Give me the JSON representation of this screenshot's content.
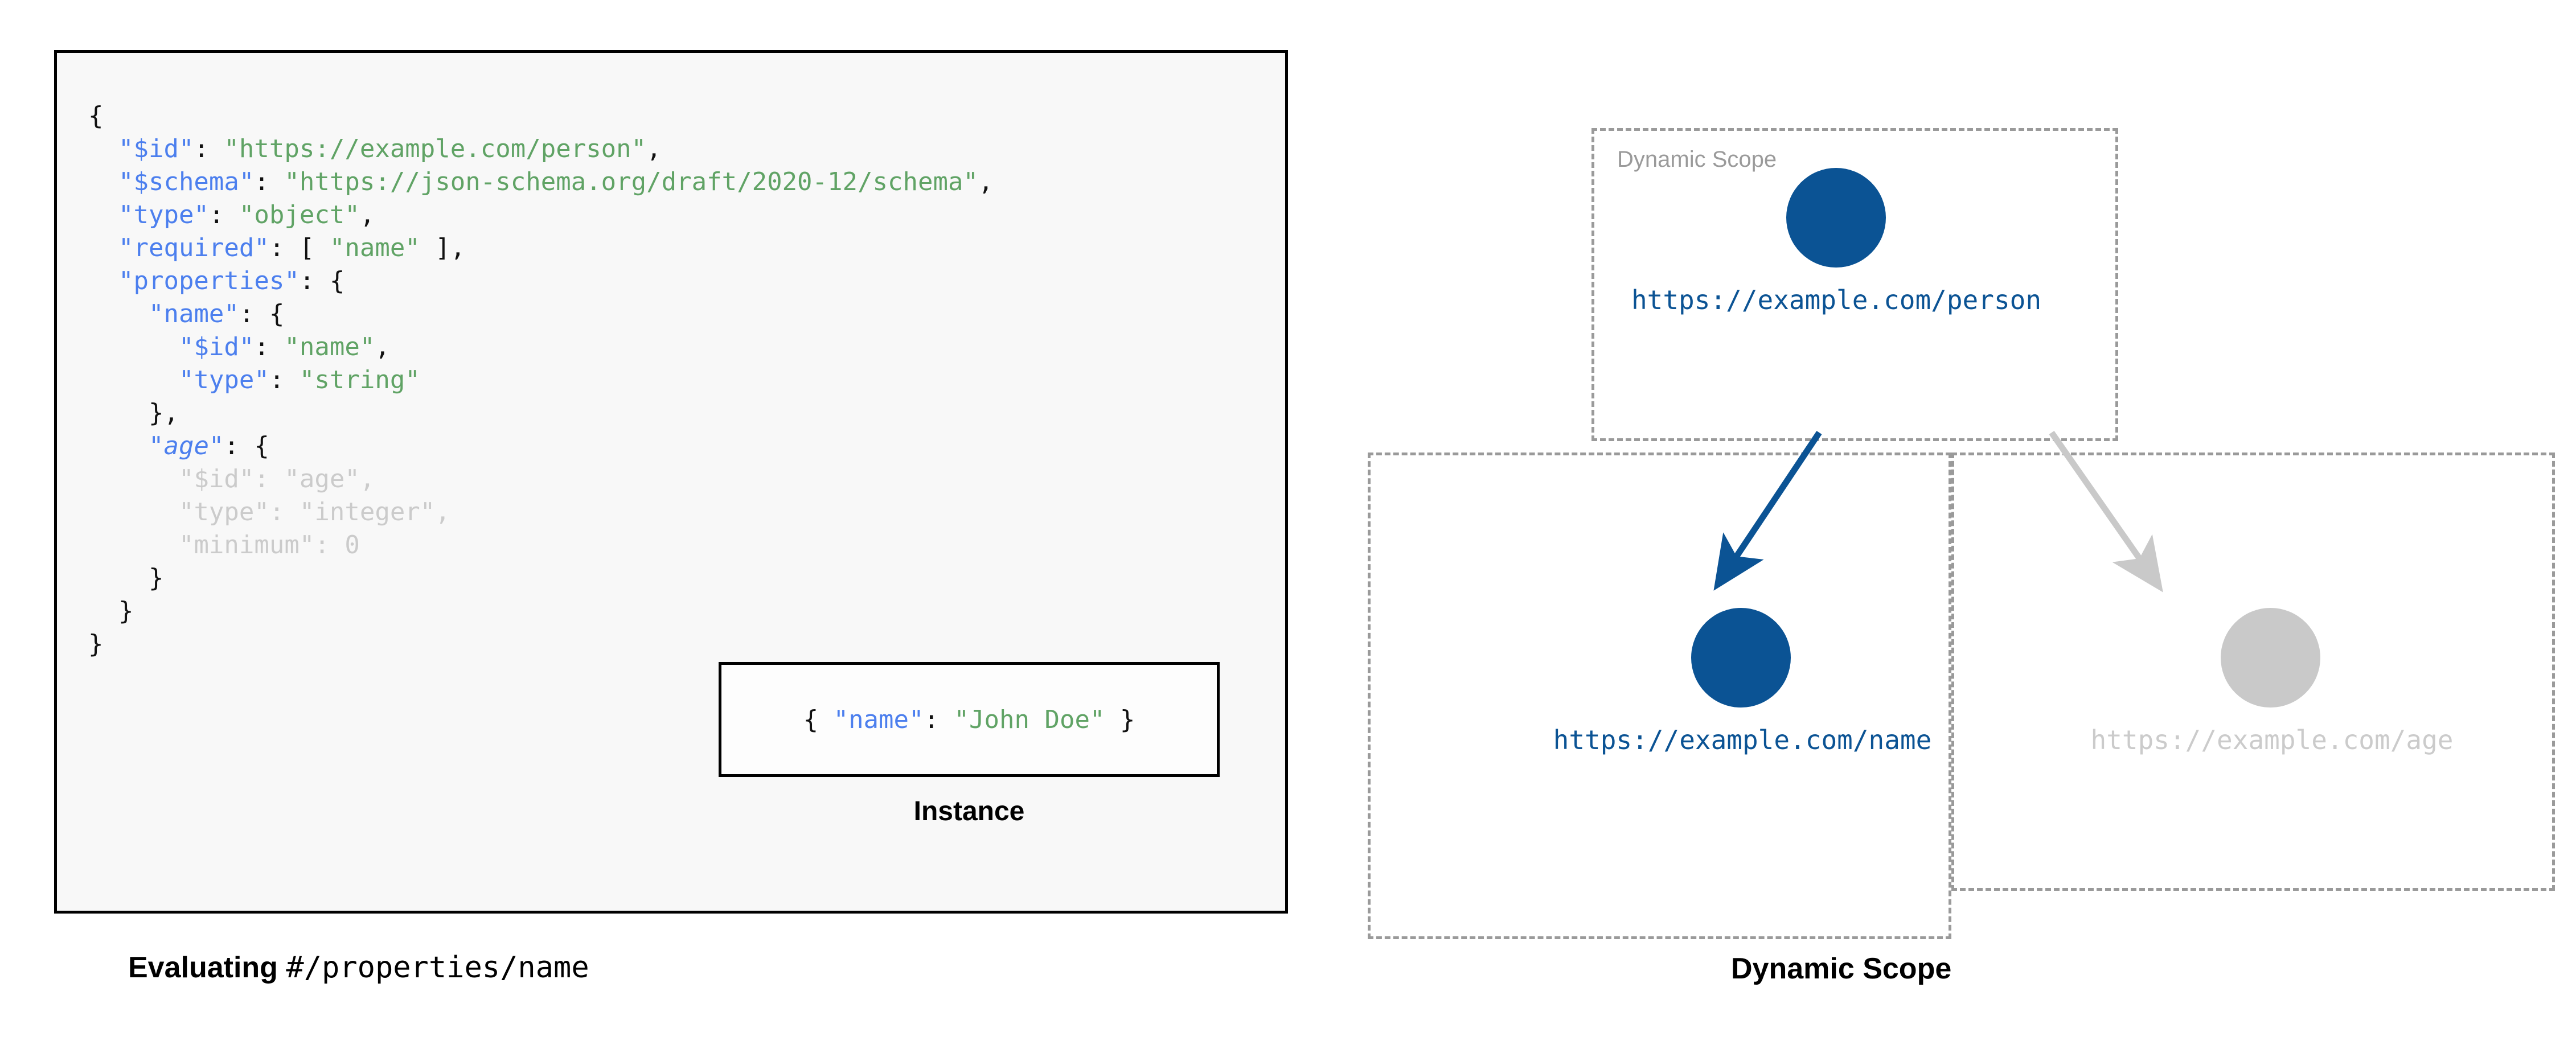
{
  "left_panel": {
    "caption_bold": "Evaluating ",
    "caption_mono": "#/properties/name",
    "schema_lines": [
      [
        {
          "t": "{",
          "c": "p"
        }
      ],
      [
        {
          "t": "  ",
          "c": "p"
        },
        {
          "t": "\"$id\"",
          "c": "k"
        },
        {
          "t": ": ",
          "c": "p"
        },
        {
          "t": "\"https://example.com/person\"",
          "c": "s"
        },
        {
          "t": ",",
          "c": "p"
        }
      ],
      [
        {
          "t": "  ",
          "c": "p"
        },
        {
          "t": "\"$schema\"",
          "c": "k"
        },
        {
          "t": ": ",
          "c": "p"
        },
        {
          "t": "\"https://json-schema.org/draft/2020-12/schema\"",
          "c": "s"
        },
        {
          "t": ",",
          "c": "p"
        }
      ],
      [
        {
          "t": "  ",
          "c": "p"
        },
        {
          "t": "\"type\"",
          "c": "k"
        },
        {
          "t": ": ",
          "c": "p"
        },
        {
          "t": "\"object\"",
          "c": "s"
        },
        {
          "t": ",",
          "c": "p"
        }
      ],
      [
        {
          "t": "  ",
          "c": "p"
        },
        {
          "t": "\"required\"",
          "c": "k"
        },
        {
          "t": ": [ ",
          "c": "p"
        },
        {
          "t": "\"name\"",
          "c": "s"
        },
        {
          "t": " ],",
          "c": "p"
        }
      ],
      [
        {
          "t": "  ",
          "c": "p"
        },
        {
          "t": "\"properties\"",
          "c": "k"
        },
        {
          "t": ": {",
          "c": "p"
        }
      ],
      [
        {
          "t": "    ",
          "c": "p"
        },
        {
          "t": "\"name\"",
          "c": "k"
        },
        {
          "t": ": {",
          "c": "p"
        }
      ],
      [
        {
          "t": "      ",
          "c": "p"
        },
        {
          "t": "\"$id\"",
          "c": "k"
        },
        {
          "t": ": ",
          "c": "p"
        },
        {
          "t": "\"name\"",
          "c": "s"
        },
        {
          "t": ",",
          "c": "p"
        }
      ],
      [
        {
          "t": "      ",
          "c": "p"
        },
        {
          "t": "\"type\"",
          "c": "k"
        },
        {
          "t": ": ",
          "c": "p"
        },
        {
          "t": "\"string\"",
          "c": "s"
        }
      ],
      [
        {
          "t": "    },",
          "c": "p"
        }
      ],
      [
        {
          "t": "    ",
          "c": "p"
        },
        {
          "t": "\"age\"",
          "c": "k-it"
        },
        {
          "t": ": {",
          "c": "p"
        }
      ],
      [
        {
          "t": "      ",
          "c": "p"
        },
        {
          "t": "\"$id\": \"age\",",
          "c": "dim"
        }
      ],
      [
        {
          "t": "      ",
          "c": "p"
        },
        {
          "t": "\"type\": \"integer\",",
          "c": "dim"
        }
      ],
      [
        {
          "t": "      ",
          "c": "p"
        },
        {
          "t": "\"minimum\": 0",
          "c": "dim"
        }
      ],
      [
        {
          "t": "    }",
          "c": "p"
        }
      ],
      [
        {
          "t": "  }",
          "c": "p"
        }
      ],
      [
        {
          "t": "}",
          "c": "p"
        }
      ]
    ],
    "instance": {
      "caption": "Instance",
      "tokens": [
        {
          "t": "{ ",
          "c": "p"
        },
        {
          "t": "\"name\"",
          "c": "k"
        },
        {
          "t": ": ",
          "c": "p"
        },
        {
          "t": "\"John Doe\"",
          "c": "s"
        },
        {
          "t": " }",
          "c": "p"
        }
      ]
    }
  },
  "right_panel": {
    "caption": "Dynamic Scope",
    "scope_label": "Dynamic Scope",
    "nodes": [
      {
        "id": "person",
        "label": "https://example.com/person",
        "state": "active"
      },
      {
        "id": "name",
        "label": "https://example.com/name",
        "state": "active"
      },
      {
        "id": "age",
        "label": "https://example.com/age",
        "state": "inactive"
      }
    ],
    "edges": [
      {
        "from": "person",
        "to": "name",
        "state": "active"
      },
      {
        "from": "person",
        "to": "age",
        "state": "inactive"
      }
    ]
  },
  "colors": {
    "accent_blue": "#0B5394",
    "inactive_grey": "#C9C9C9",
    "scope_border": "#9A9A9A",
    "json_key": "#4C7FEE",
    "json_string": "#60A365",
    "panel_bg": "#F8F8F8"
  }
}
